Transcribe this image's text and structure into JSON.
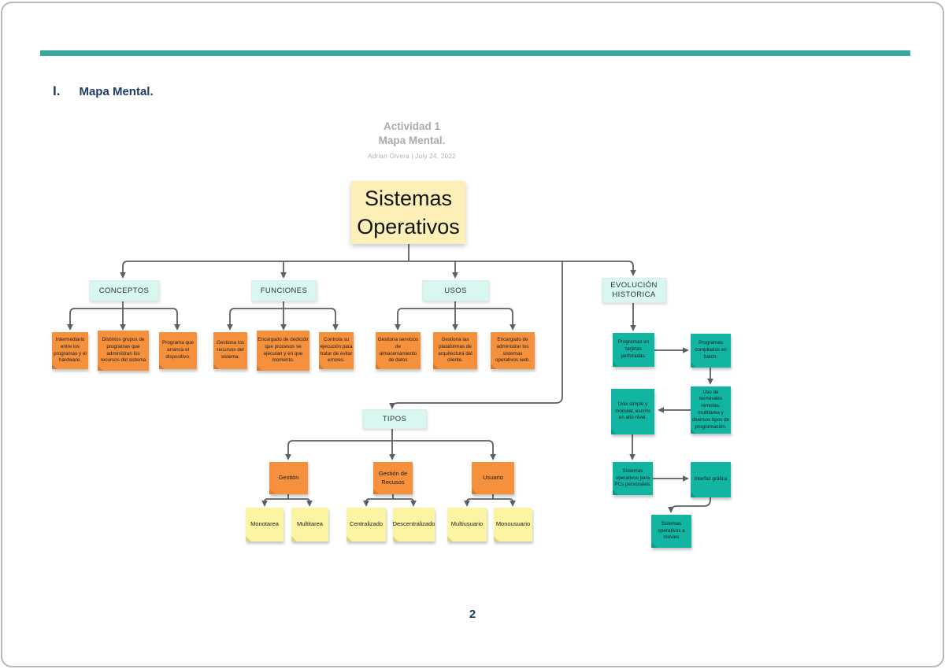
{
  "document": {
    "section_number": "I.",
    "section_title": "Mapa Mental.",
    "page_number": "2"
  },
  "artwork_header": {
    "title": "Actividad 1",
    "subtitle": "Mapa Mental.",
    "byline": "Adrian Olvera  |  July 24, 2022"
  },
  "mindmap": {
    "root": "Sistemas Operativos",
    "branches": {
      "conceptos": {
        "label": "CONCEPTOS",
        "children": [
          "Intermediario entre los programas y el hardware.",
          "Distintos grupos de programas que administran los recursos del sistema",
          "Programa que arranca el dispositivo."
        ]
      },
      "funciones": {
        "label": "FUNCIONES",
        "children": [
          "Gestiona los recursos del sistema.",
          "Encargado de dedicidir que procesos se ejecutan y en que momento.",
          "Controla su ejecución para tratar de evitar errores."
        ]
      },
      "usos": {
        "label": "USOS",
        "children": [
          "Gestiona servicios de almaceniamiento de datos",
          "Gestiona las plataformas de arquitectura del cliente.",
          "Encargado de administrar los sistemas operativos web."
        ]
      },
      "evolucion": {
        "label": "EVOLUCIÓN HISTORICA",
        "steps": [
          "Programas en tarjetas perforadas.",
          "Programas compliados en batch.",
          "Uso de terminales remotas, multitarea y diversos tipos de programación.",
          "Unix simple y modular, escrito en alto nivel.",
          "Sistemas operativos para PCs personales.",
          "Interfaz gráfica",
          "Sistemas operativos a movies"
        ]
      },
      "tipos": {
        "label": "TIPOS",
        "groups": [
          {
            "label": "Gestión",
            "children": [
              "Monotarea",
              "Multitarea"
            ]
          },
          {
            "label": "Gestión de Recusos",
            "children": [
              "Centralizado",
              "Descentralizado"
            ]
          },
          {
            "label": "Usuario",
            "children": [
              "Multiusuario",
              "Monousuario"
            ]
          }
        ]
      }
    }
  },
  "palette": {
    "accent_bar": "#38A79E",
    "heading_navy": "#1E3A68",
    "root_note": "#FCF0B8",
    "branch_label": "#D9F7F1",
    "note_orange": "#F5903C",
    "note_teal": "#11B5A2",
    "note_yellow": "#FBF5A3",
    "connector": "#5A6066",
    "header_gray": "#A6ABB1"
  }
}
